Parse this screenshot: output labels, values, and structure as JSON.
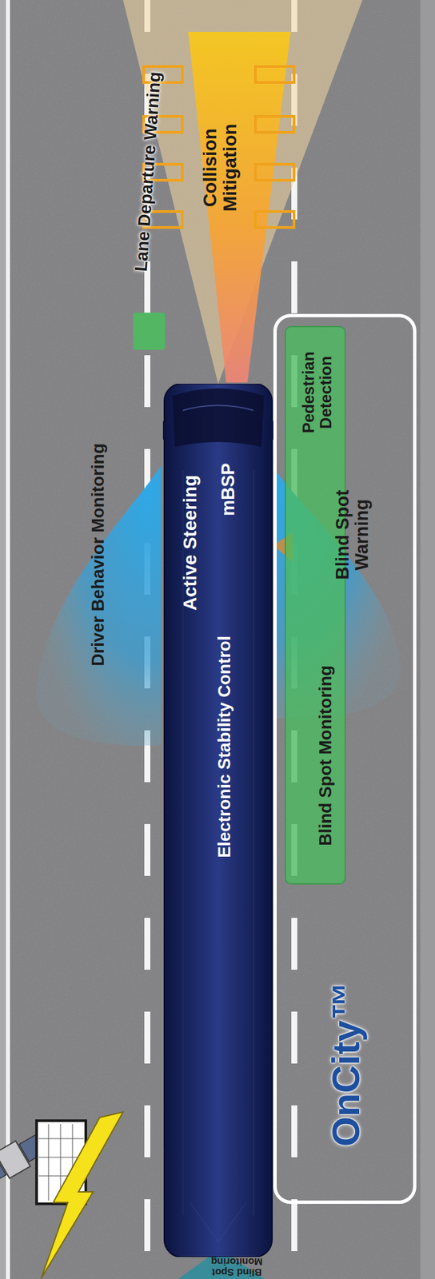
{
  "diagram": {
    "nodes": [
      {
        "text": [
          "OnCity™"
        ]
      },
      {
        "text": [
          "Pedestrian Detection",
          "Blind Spot Monitoring"
        ],
        "in": 0
      },
      {
        "text": [
          "Active Steering",
          "mBSP",
          "Electronic Stability Control"
        ]
      }
    ],
    "labels": [
      "Lane Departure Warning",
      "Driver Behavior Monitoring",
      "Collision Mitigation",
      "Blind Spot Warning",
      "Blind Spot Monitoring"
    ]
  }
}
